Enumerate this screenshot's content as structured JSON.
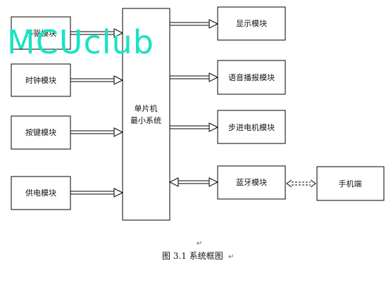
{
  "diagram": {
    "blocks": {
      "sensor": "移驱模块",
      "clock": "时钟模块",
      "keys": "按键模块",
      "power": "供电模块",
      "mcu_line1": "单片机",
      "mcu_line2": "最小系统",
      "display": "显示模块",
      "voice": "语音播报模块",
      "stepper": "步进电机模块",
      "bluetooth": "蓝牙模块",
      "phone": "手机端"
    },
    "caption": "图 3.1  系统框图",
    "paragraph_mark": "↵"
  },
  "watermark": {
    "text": "MCUclub",
    "color": "#19e3c3"
  }
}
